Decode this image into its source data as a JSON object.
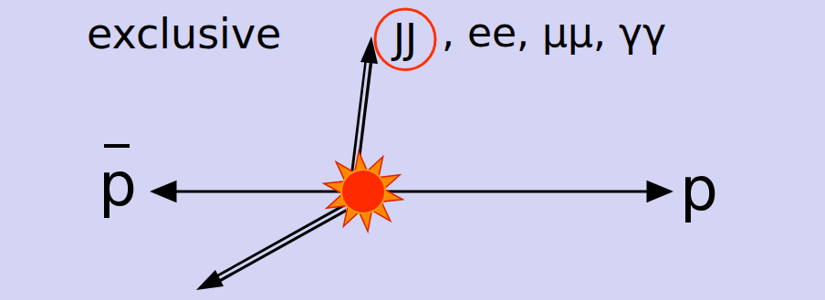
{
  "diagram": {
    "nodes": [
      {
        "text": [
          "JJ"
        ]
      }
    ],
    "labels": [
      "exclusive",
      ", ee, μμ, γγ",
      "p",
      "p"
    ]
  }
}
